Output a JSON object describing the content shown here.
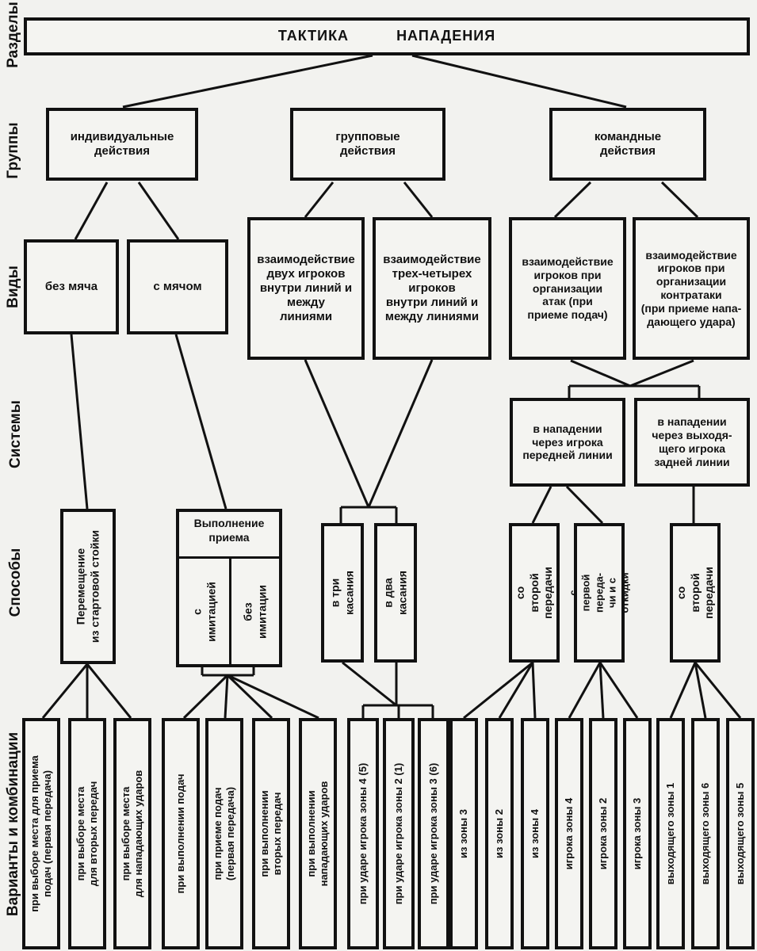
{
  "side_labels": {
    "razdely": "Разделы",
    "gruppy": "Группы",
    "vidy": "Виды",
    "sistemy": "Системы",
    "sposoby": "Способы",
    "varianty": "Варианты и комбинации"
  },
  "root": {
    "word1": "ТАКТИКА",
    "word2": "НАПАДЕНИЯ"
  },
  "groups": {
    "individual": "индивидуальные\nдействия",
    "group": "групповые\nдействия",
    "team": "командные\nдействия"
  },
  "kinds": {
    "no_ball": "без мяча",
    "with_ball": "с мячом",
    "two_players": "взаимодействие\nдвух игроков\nвнутри линий и\nмежду\nлиниями",
    "three_four": "взаимодействие\nтрех-четырех\nигроков\nвнутри линий и\nмежду линиями",
    "attack_org": "взаимодействие\nигроков при\nорганизации\nатак (при\nприеме подач)",
    "counter_org": "взаимодействие\nигроков при\nорганизации\nконтратаки\n(при приеме напа-\nдающего удара)"
  },
  "systems": {
    "front": "в нападении\nчерез игрока\nпередней линии",
    "back": "в нападении\nчерез выходя-\nщего игрока\nзадней линии"
  },
  "methods": {
    "move": "Перемещение\nиз стартовой стойки",
    "exec_title": "Выполнение\nприема",
    "imitation": "с имитацией",
    "no_imitation": "без имитации",
    "three_touch": "в три касания",
    "two_touch": "в два касания",
    "second_pass_a": "со второй\nпередачи",
    "first_pass": "с первой переда-\nчи и с откидки",
    "second_pass_b": "со второй\nпередачи"
  },
  "variants": [
    "при выборе места для приема\nподач    (первая передача)",
    "при выборе места\nдля вторых передач",
    "при выборе места\nдля нападающих ударов",
    "при выполнении подач",
    "при приеме подач\n(первая передача)",
    "при выполнении\nвторых передач",
    "при выполнении\nнападающих ударов",
    "при ударе игрока  зоны 4  (5)",
    "при ударе игрока  зоны 2  (1)",
    "при ударе игрока  зоны 3  (6)",
    "из  зоны 3",
    "из  зоны 2",
    "из  зоны 4",
    "игрока  зоны 4",
    "игрока  зоны 2",
    "игрока  зоны 3",
    "выходящего  зоны 1",
    "выходящего  зоны 6",
    "выходящего  зоны 5"
  ]
}
